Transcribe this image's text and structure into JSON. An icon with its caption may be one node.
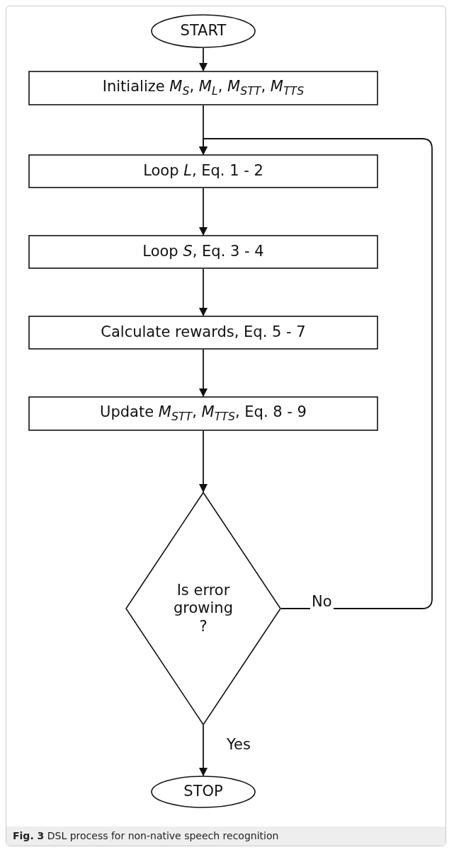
{
  "diagram": {
    "caption": "**Fig. 3** DSL process for non-native speech recognition",
    "nodes": [
      {
        "text": [
          "START"
        ]
      },
      {
        "text": [
          "Initialize *M*$_{S}$, *M*$_{L}$, *M*$_{STT}$, *M*$_{TTS}$"
        ]
      },
      {
        "text": [
          "Loop *L*, Eq. 1 - 2"
        ]
      },
      {
        "text": [
          "Loop *S*, Eq. 3 - 4"
        ]
      },
      {
        "text": [
          "Calculate rewards, Eq. 5 - 7"
        ]
      },
      {
        "text": [
          "Update *M*$_{STT}$, *M*$_{TTS}$, Eq. 8 - 9"
        ]
      },
      {
        "text": [
          "Is error growing ?"
        ]
      },
      {
        "text": [
          "STOP"
        ]
      }
    ],
    "edges": [
      {
        "from": 0,
        "to": 1,
        "arrow": "to"
      },
      {
        "from": 1,
        "to": 2,
        "arrow": "to"
      },
      {
        "from": 2,
        "to": 3,
        "arrow": "to"
      },
      {
        "from": 3,
        "to": 4,
        "arrow": "to"
      },
      {
        "from": 4,
        "to": 5,
        "arrow": "to"
      },
      {
        "from": 5,
        "to": 6,
        "arrow": "to"
      },
      {
        "from": 6,
        "to": 7,
        "arrow": "to",
        "label": "Yes"
      },
      {
        "from": 6,
        "to": 2,
        "arrow": "to",
        "label": "No"
      }
    ]
  }
}
